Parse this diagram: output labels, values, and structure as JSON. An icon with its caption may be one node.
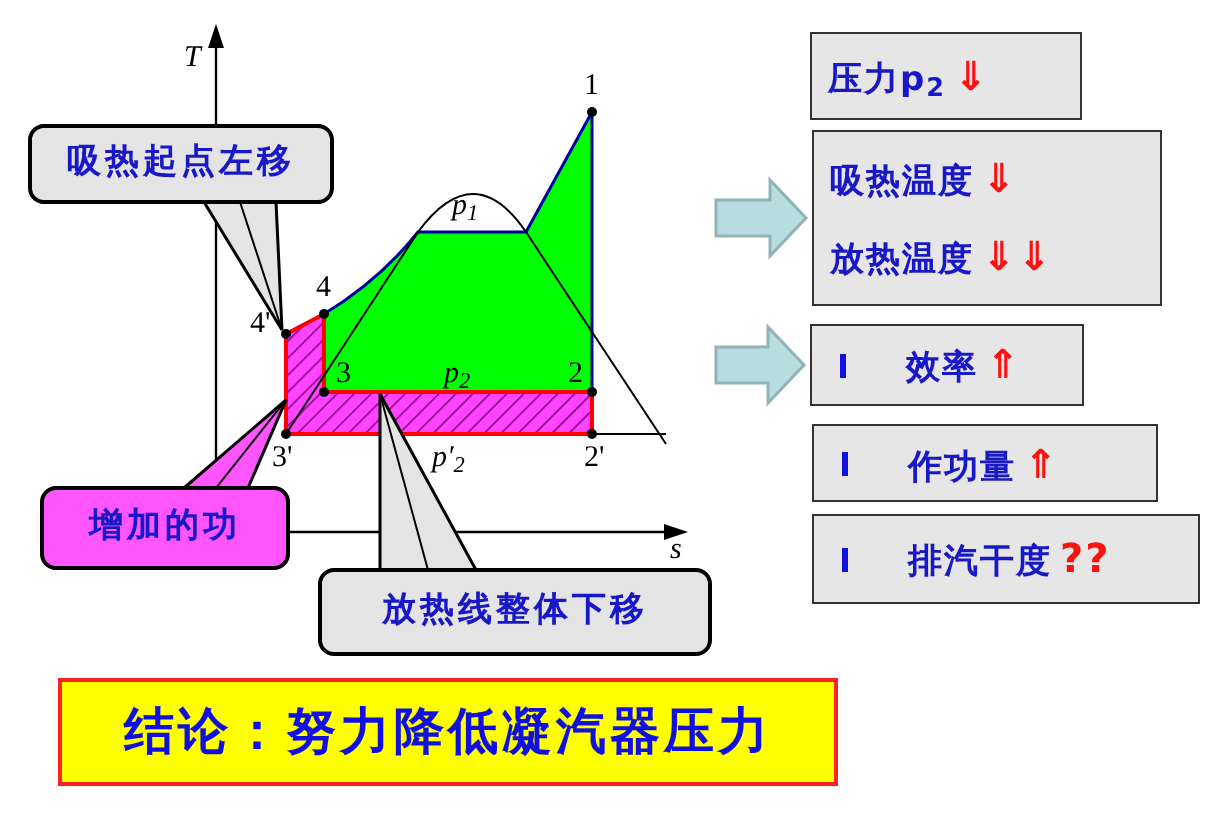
{
  "diagram": {
    "nodes": [
      {
        "text": [
          "吸热起点左移"
        ]
      },
      {
        "text": [
          "增加的功"
        ]
      },
      {
        "text": [
          "放热线整体下移"
        ]
      },
      {
        "text": [
          "压力p$_{2}$",
          "⇓"
        ]
      },
      {
        "text": [
          "吸热温度",
          "⇓",
          "放热温度",
          "⇓⇓"
        ]
      },
      {
        "text": [
          "效率",
          "⇑"
        ]
      },
      {
        "text": [
          "作功量",
          "⇑"
        ]
      },
      {
        "text": [
          "排汽干度",
          "??"
        ]
      },
      {
        "text": [
          "结论：努力降低凝汽器压力"
        ]
      },
      {
        "text": [],
        "shape": "circle"
      },
      {
        "text": [],
        "shape": "polygon"
      }
    ],
    "edges": [
      {
        "from": 0,
        "to": 9,
        "arrow": "none"
      },
      {
        "from": 1,
        "to": 10,
        "arrow": "none"
      },
      {
        "from": 2,
        "to": 10,
        "arrow": "none"
      },
      {
        "from": null,
        "to": 4,
        "arrow": "to",
        "style": "thick",
        "color": "#b7dde0"
      },
      {
        "from": null,
        "to": 5,
        "arrow": "to",
        "style": "thick",
        "color": "#b7dde0"
      }
    ],
    "labels": [
      "T",
      "1",
      "p$_{1}$",
      "4",
      "4'",
      "3",
      "p$_{2}$",
      "2",
      "3'",
      "p′$_{2}$",
      "2'",
      "s"
    ]
  }
}
